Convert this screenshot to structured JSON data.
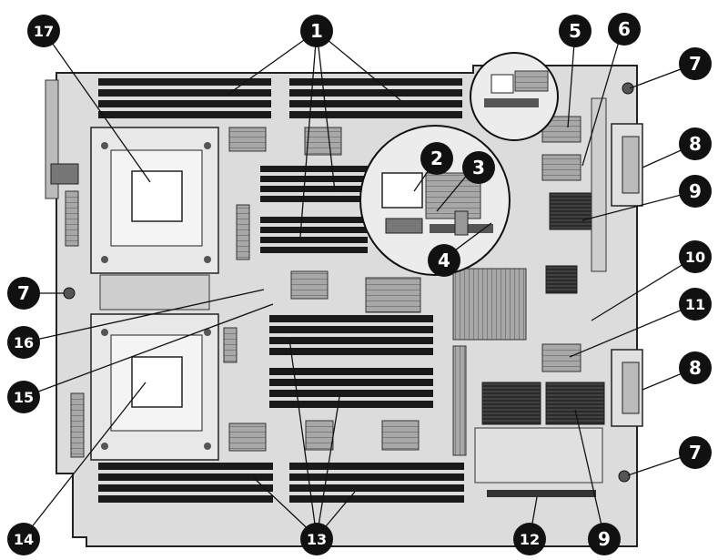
{
  "colors": {
    "board": "#d9d9d9",
    "board_edge": "#222222",
    "dimm": "#1a1a1a",
    "heatsink": "#9a9a9a",
    "callout_fill": "#111111",
    "callout_text": "#ffffff",
    "magnifier": "#e6e6e6"
  },
  "callouts": [
    {
      "id": "c1",
      "label": "1"
    },
    {
      "id": "c2",
      "label": "2"
    },
    {
      "id": "c3",
      "label": "3"
    },
    {
      "id": "c4",
      "label": "4"
    },
    {
      "id": "c5",
      "label": "5"
    },
    {
      "id": "c6",
      "label": "6"
    },
    {
      "id": "c7a",
      "label": "7"
    },
    {
      "id": "c7b",
      "label": "7"
    },
    {
      "id": "c7c",
      "label": "7"
    },
    {
      "id": "c8a",
      "label": "8"
    },
    {
      "id": "c8b",
      "label": "8"
    },
    {
      "id": "c9a",
      "label": "9"
    },
    {
      "id": "c9b",
      "label": "9"
    },
    {
      "id": "c10",
      "label": "10"
    },
    {
      "id": "c11",
      "label": "11"
    },
    {
      "id": "c12",
      "label": "12"
    },
    {
      "id": "c13",
      "label": "13"
    },
    {
      "id": "c14",
      "label": "14"
    },
    {
      "id": "c15",
      "label": "15"
    },
    {
      "id": "c16",
      "label": "16"
    },
    {
      "id": "c17",
      "label": "17"
    }
  ]
}
